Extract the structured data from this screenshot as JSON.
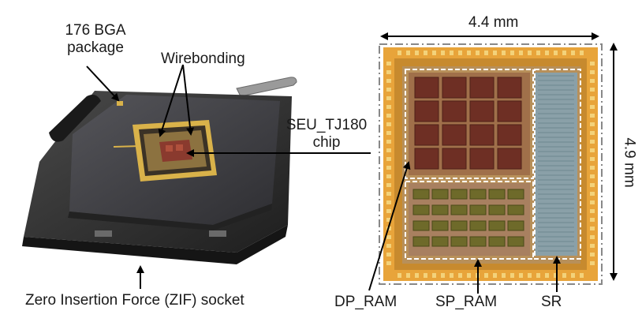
{
  "labels": {
    "package": "176 BGA\npackage",
    "wirebonding": "Wirebonding",
    "chip": "SEU_TJ180\nchip",
    "zif": "Zero Insertion Force (ZIF) socket",
    "width_dim": "4.4 mm",
    "height_dim": "4.9 mm",
    "dp_ram": "DP_RAM",
    "sp_ram": "SP_RAM",
    "sr": "SR"
  },
  "colors": {
    "socket_body": "#2b2b2b",
    "socket_top": "#3a3a3a",
    "package": "#3d3d40",
    "gold": "#d9b24a",
    "die_red": "#8a3a2e",
    "chip_border": "#e8a43a",
    "chip_bg": "#c9a86a",
    "dp_block": "#7a3b2c",
    "sp_block": "#6e6a2a",
    "sr_block": "#8aa0a8",
    "dashed": "#ffffff",
    "arrow": "#000000"
  }
}
